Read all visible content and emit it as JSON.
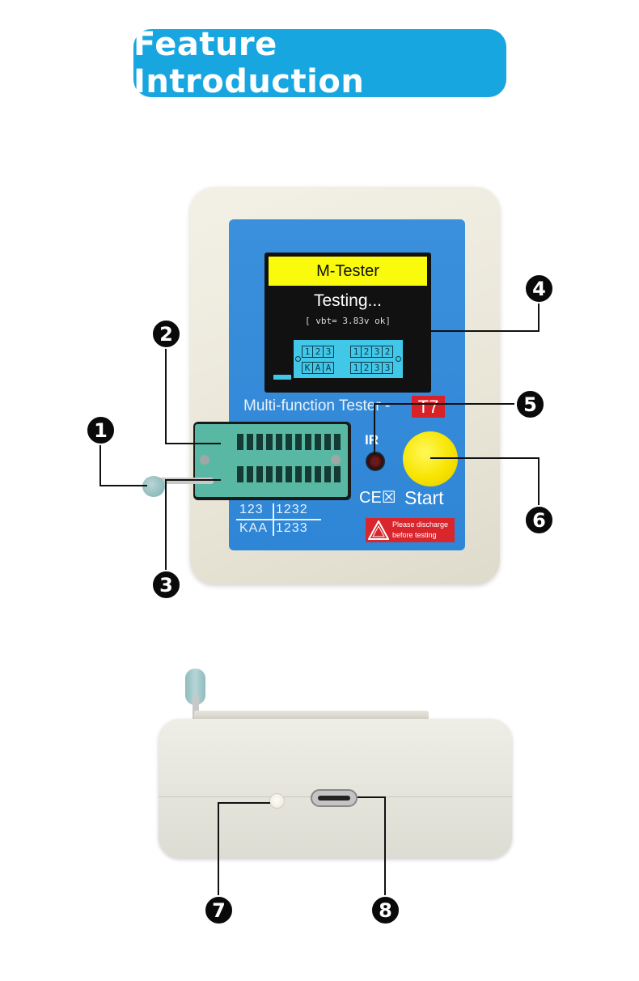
{
  "header": {
    "title": "Feature Introduction"
  },
  "lcd": {
    "header_text": "M-Tester",
    "status_text": "Testing...",
    "battery_text": "[ vbt= 3.83v ok]",
    "pin_labels_left_top": [
      "1",
      "2",
      "3"
    ],
    "pin_labels_left_bottom": [
      "K",
      "A",
      "A"
    ],
    "pin_labels_right_top": [
      "1",
      "2",
      "3",
      "2"
    ],
    "pin_labels_right_bottom": [
      "1",
      "2",
      "3",
      "3"
    ]
  },
  "device": {
    "brand_text": "Multi-function  Tester -",
    "model_badge": "T7",
    "ir_label": "IR",
    "ce_mark": "CE☒",
    "start_label": "Start",
    "warning_line1": "Please discharge",
    "warning_line2": "before testing",
    "pinout_top_left": "123",
    "pinout_top_right": "1232",
    "pinout_bottom_left": "KAA",
    "pinout_bottom_right": "1233"
  },
  "callouts": [
    "1",
    "2",
    "3",
    "4",
    "5",
    "6",
    "7",
    "8"
  ],
  "colors": {
    "title_bg": "#17a6e0",
    "face_blue": "#3189d8",
    "lcd_yellow": "#fafa0c",
    "start_button": "#f7e400",
    "badge_red": "#d92128"
  }
}
